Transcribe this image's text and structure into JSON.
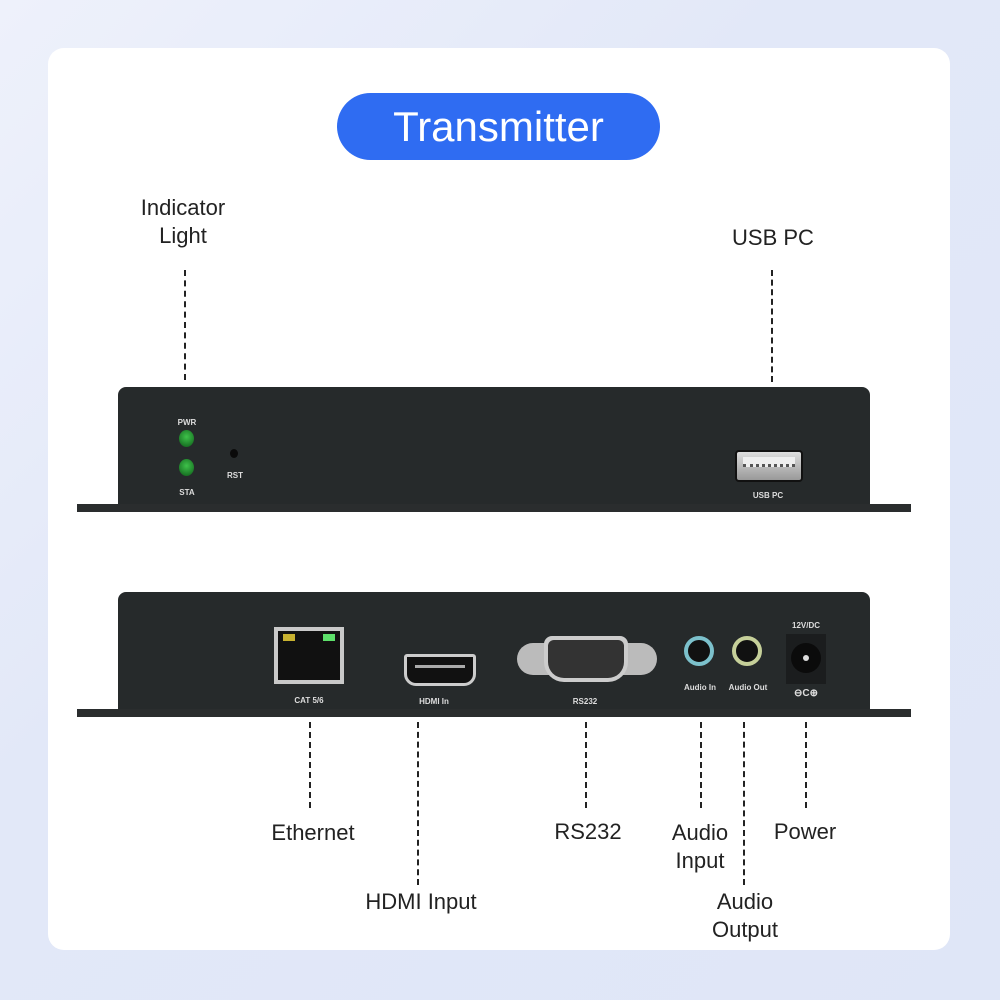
{
  "title": "Transmitter",
  "callouts": {
    "indicator_light": [
      "Indicator",
      "Light"
    ],
    "usb_pc": "USB PC",
    "ethernet": "Ethernet",
    "hdmi_input": "HDMI Input",
    "rs232": "RS232",
    "audio_input": [
      "Audio",
      "Input"
    ],
    "audio_output": [
      "Audio",
      "Output"
    ],
    "power": "Power"
  },
  "front_panel": {
    "pwr": "PWR",
    "sta": "STA",
    "rst": "RST",
    "usb": "USB PC"
  },
  "rear_panel": {
    "cat": "CAT 5/6",
    "hdmi": "HDMI In",
    "rs232": "RS232",
    "audio_in": "Audio In",
    "audio_out": "Audio Out",
    "power": "12V/DC",
    "polarity": "⊖C⊕"
  },
  "colors": {
    "accent": "#2f6cf2",
    "device": "#262a2b"
  }
}
